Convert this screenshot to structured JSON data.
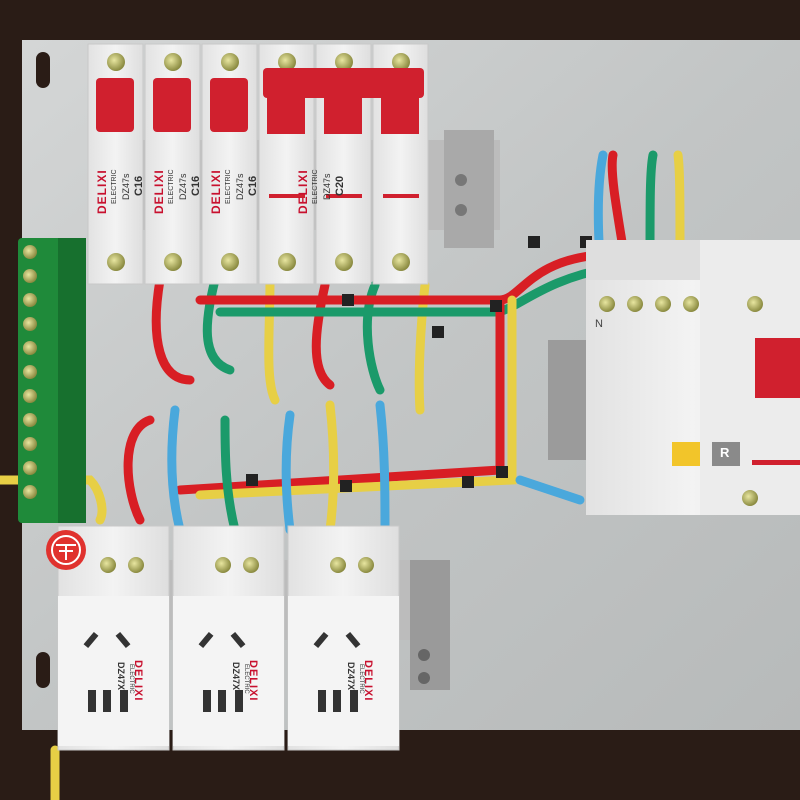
{
  "breakers": [
    {
      "brand": "DELIXI",
      "model": "DZ47s",
      "rating": "C16",
      "maker": "ELECTRIC"
    },
    {
      "brand": "DELIXI",
      "model": "DZ47s",
      "rating": "C16",
      "maker": "ELECTRIC"
    },
    {
      "brand": "DELIXI",
      "model": "DZ47s",
      "rating": "C16",
      "maker": "ELECTRIC"
    },
    {
      "brand": "DELIXI",
      "model": "DZ47s",
      "rating": "C20",
      "maker": "ELECTRIC"
    }
  ],
  "sockets": [
    {
      "brand": "DELIXI",
      "model": "DZ47X",
      "maker": "ELECTRIC"
    },
    {
      "brand": "DELIXI",
      "model": "DZ47X",
      "maker": "ELECTRIC"
    },
    {
      "brand": "DELIXI",
      "model": "DZ47X",
      "maker": "ELECTRIC"
    }
  ],
  "rcd": {
    "terminal_label": "N",
    "reset_label": "R"
  },
  "colors": {
    "background": "#2a1c16",
    "panel": "#c9cbcb",
    "module": "#eeeeee",
    "handle": "#d0202e",
    "brand_red": "#c8102e",
    "wire_red": "#d81e24",
    "wire_green": "#1b9a6a",
    "wire_yellow": "#e7cf45",
    "wire_blue": "#4aa8dc",
    "busbar": "#1f8a3a"
  }
}
